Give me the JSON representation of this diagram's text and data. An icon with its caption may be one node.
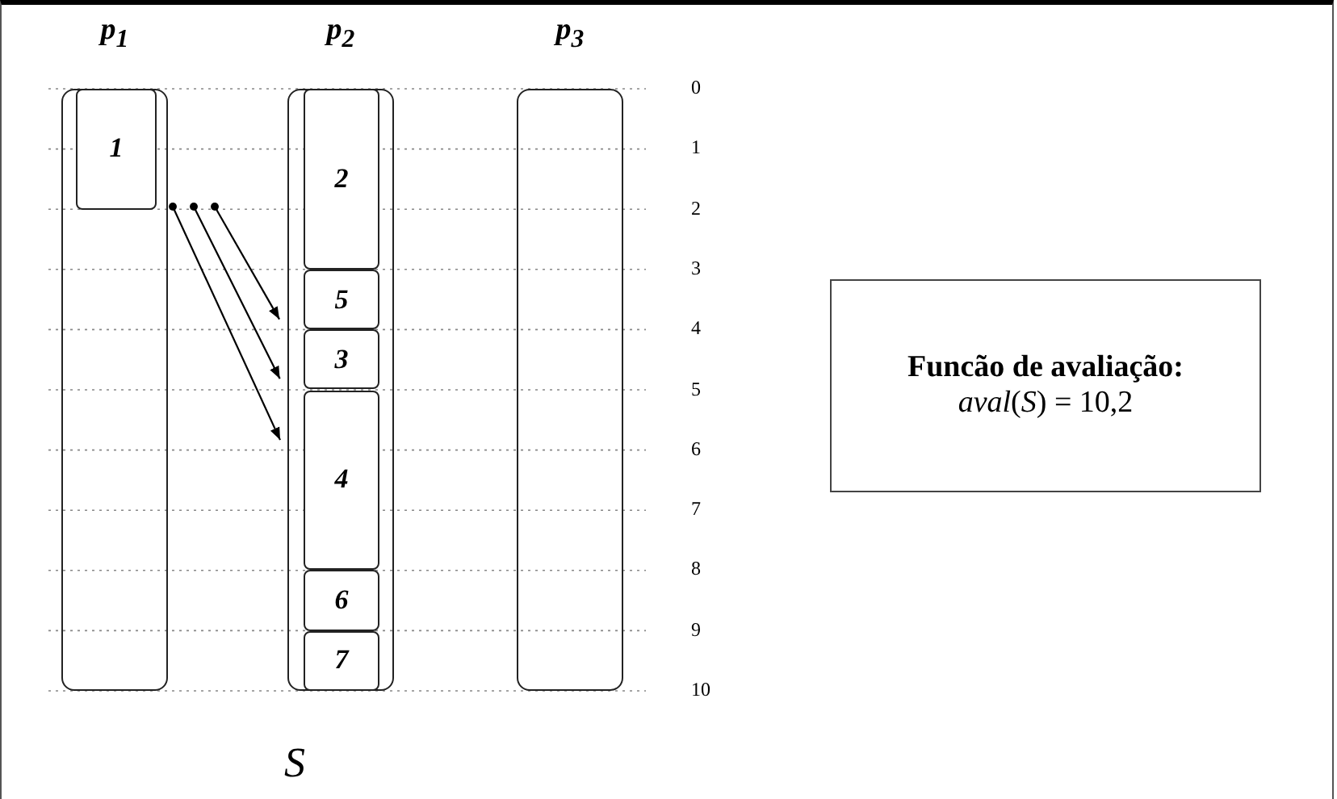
{
  "diagram": {
    "nodes": [
      {
        "text": [
          "p$_{1}$"
        ]
      },
      {
        "text": [
          "1"
        ],
        "in": 0
      },
      {
        "text": [
          "p$_{2}$"
        ]
      },
      {
        "text": [
          "2"
        ],
        "in": 2
      },
      {
        "text": [
          "5"
        ],
        "in": 2
      },
      {
        "text": [
          "3"
        ],
        "in": 2
      },
      {
        "text": [
          "4"
        ],
        "in": 2
      },
      {
        "text": [
          "6"
        ],
        "in": 2
      },
      {
        "text": [
          "7"
        ],
        "in": 2
      },
      {
        "text": [
          "p$_{3}$"
        ]
      },
      {
        "text": [
          "Funcão de avaliação:",
          "*aval*(*S*) = 10,2"
        ]
      }
    ],
    "edges": [
      {
        "from": 0,
        "to": 2,
        "arrow": "to"
      },
      {
        "from": 0,
        "to": 2,
        "arrow": "to"
      },
      {
        "from": 0,
        "to": 2,
        "arrow": "to"
      }
    ],
    "labels": [
      "0",
      "1",
      "2",
      "3",
      "4",
      "5",
      "6",
      "7",
      "8",
      "9",
      "10",
      "S"
    ]
  }
}
